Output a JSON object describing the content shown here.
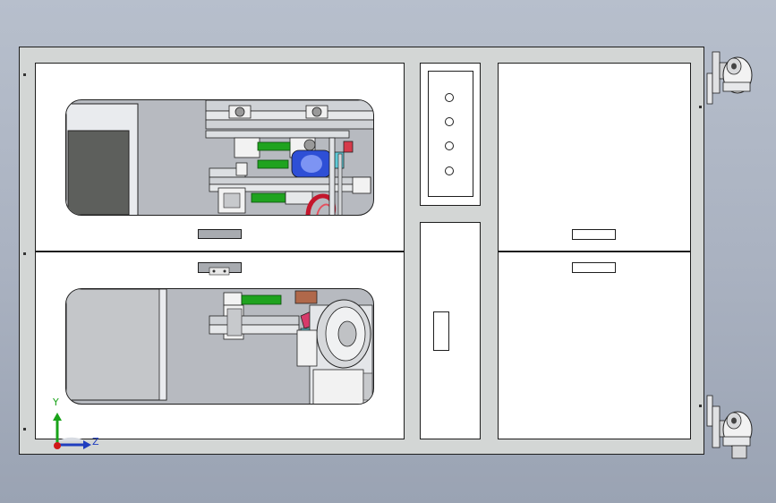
{
  "view": {
    "axes": {
      "y_label": "Y",
      "z_label": "Z"
    },
    "colors": {
      "background": "#a9b1c0",
      "frame": "#d3d6d5",
      "panel": "#ffffff",
      "window_glass": "#b7bac0",
      "pneumatic_green": "#1fa31f",
      "motor_blue": "#2e4fd6",
      "cable_red": "#c4162c",
      "axis_y": "#19a319",
      "axis_z": "#1f3dbf",
      "axis_x": "#d01818"
    },
    "control_panel": {
      "button_count": 4
    },
    "icons": [
      "caster-wheel-icon",
      "coordinate-axes-icon"
    ]
  }
}
